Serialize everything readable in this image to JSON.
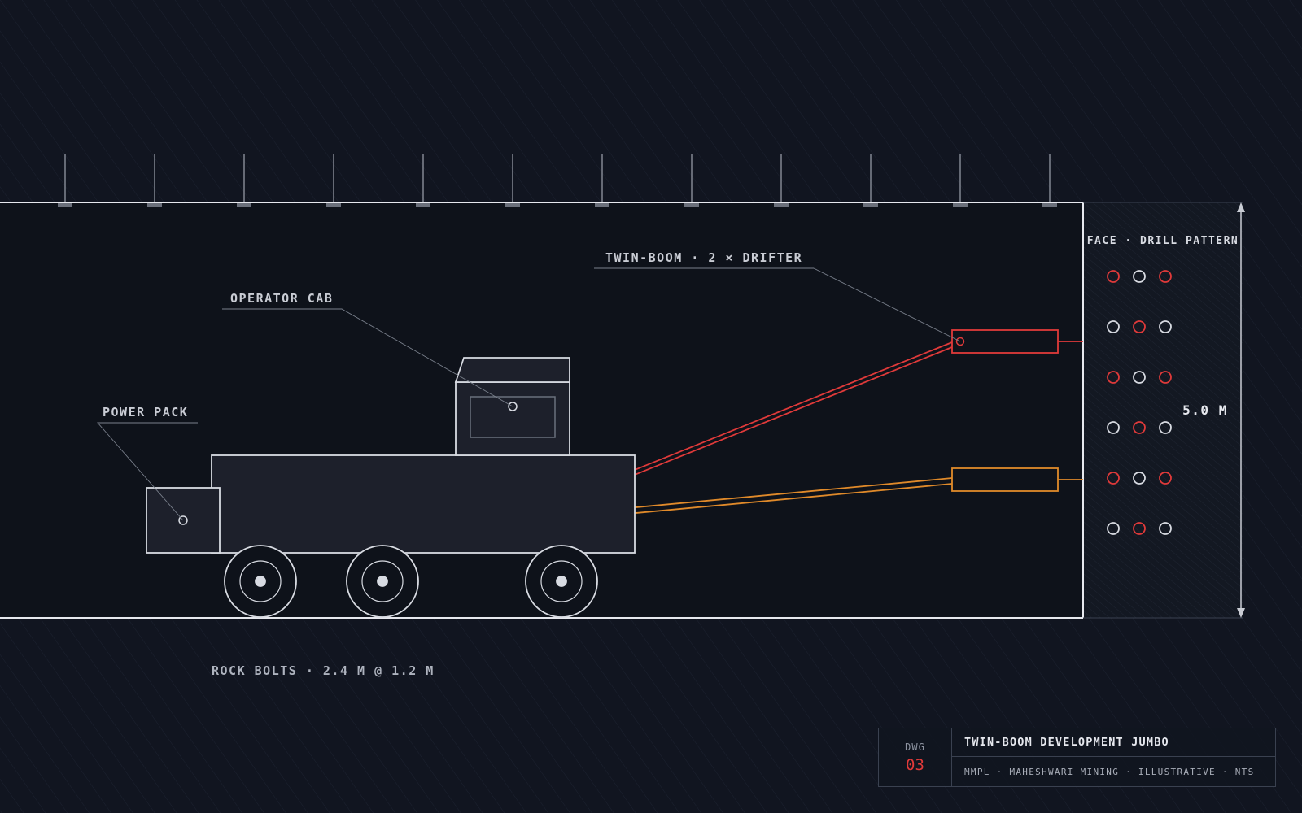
{
  "labels": {
    "operator_cab": "OPERATOR CAB",
    "power_pack": "POWER PACK",
    "twin_boom": "TWIN-BOOM · 2 × DRIFTER",
    "face_pattern": "FACE · DRILL PATTERN",
    "height_dimension": "5.0 M",
    "rock_bolts": "ROCK BOLTS · 2.4 M @ 1.2 M"
  },
  "drill_pattern": [
    [
      "red",
      "white",
      "red"
    ],
    [
      "white",
      "red",
      "white"
    ],
    [
      "red",
      "white",
      "red"
    ],
    [
      "white",
      "red",
      "white"
    ],
    [
      "red",
      "white",
      "red"
    ],
    [
      "white",
      "red",
      "white"
    ]
  ],
  "rock_bolt_count": 12,
  "title_block": {
    "dwg_label": "DWG",
    "dwg_number": "03",
    "title": "TWIN-BOOM DEVELOPMENT JUMBO",
    "subtitle": "MMPL · MAHESHWARI MINING · ILLUSTRATIVE · NTS"
  },
  "colors": {
    "background": "#111520",
    "line": "#d8dbe2",
    "boom_upper": "#e03a3a",
    "boom_lower": "#e08a2a",
    "hole_charged": "#e03a3a",
    "hole_empty": "#d8dbe2"
  }
}
